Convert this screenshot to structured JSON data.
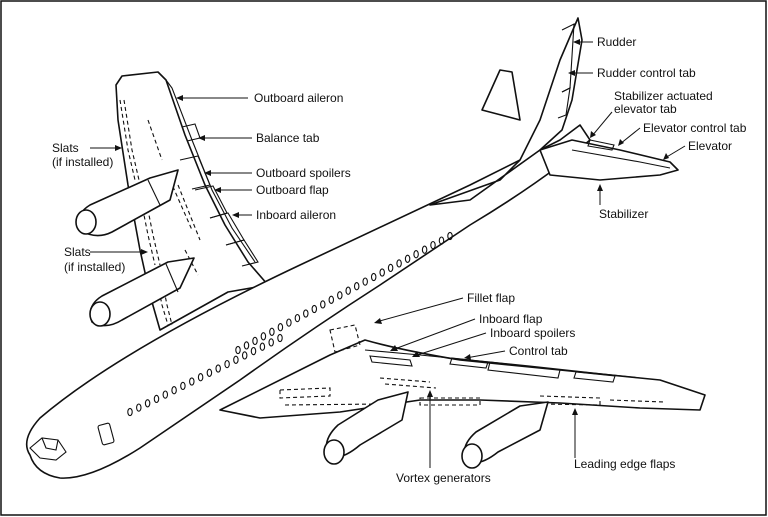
{
  "labels": {
    "rudder": "Rudder",
    "rudder_control_tab": "Rudder control tab",
    "stabilizer_actuated_line1": "Stabilizer actuated",
    "stabilizer_actuated_line2": "elevator tab",
    "elevator_control_tab": "Elevator control tab",
    "elevator": "Elevator",
    "stabilizer": "Stabilizer",
    "outboard_aileron": "Outboard aileron",
    "balance_tab": "Balance tab",
    "outboard_spoilers": "Outboard spoilers",
    "outboard_flap": "Outboard flap",
    "inboard_aileron": "Inboard aileron",
    "slats_upper_line1": "Slats",
    "slats_upper_line2": "(if installed)",
    "slats_lower_line1": "Slats",
    "slats_lower_line2": "(if installed)",
    "fillet_flap": "Fillet flap",
    "inboard_flap": "Inboard flap",
    "inboard_spoilers": "Inboard spoilers",
    "control_tab": "Control tab",
    "vortex_generators": "Vortex generators",
    "leading_edge_flaps": "Leading edge flaps"
  }
}
